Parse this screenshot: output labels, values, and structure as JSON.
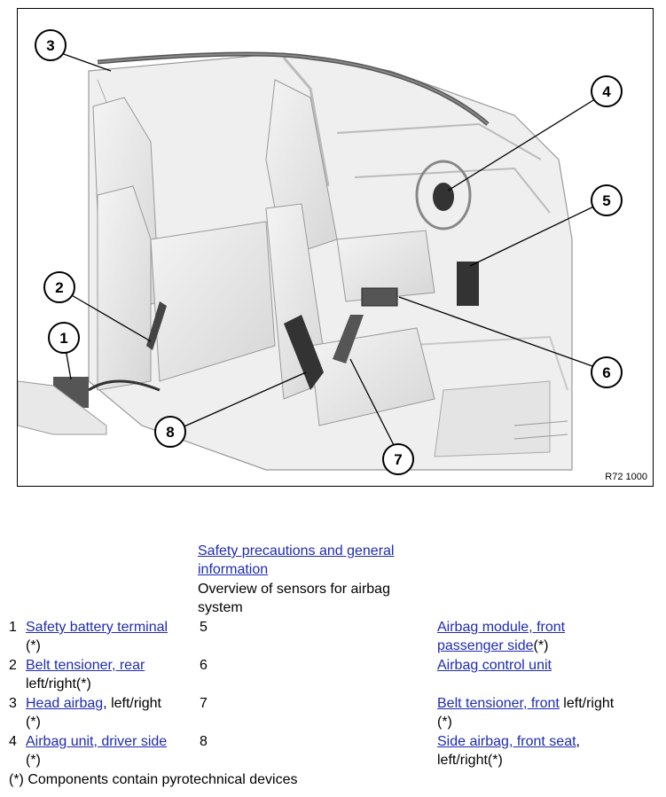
{
  "figure": {
    "reference": "R72 1000",
    "callouts": [
      "1",
      "2",
      "3",
      "4",
      "5",
      "6",
      "7",
      "8"
    ]
  },
  "header": {
    "link": "Safety precautions and general information",
    "link_line1": "Safety precautions and general",
    "link_line2": "information",
    "subtitle_line1": "Overview of sensors for airbag",
    "subtitle_line2": "system"
  },
  "items": [
    {
      "num": "1",
      "link": "Safety battery terminal",
      "suffix": "(*)"
    },
    {
      "num": "2",
      "link": "Belt tensioner, rear",
      "suffix": "left/right(*)"
    },
    {
      "num": "3",
      "link": "Head airbag",
      "suffix_inline": ", left/right",
      "suffix": "(*)"
    },
    {
      "num": "4",
      "link": "Airbag unit, driver side",
      "suffix": "(*)"
    },
    {
      "num": "5",
      "link_line1": "Airbag module, front",
      "link_line2": "passenger side",
      "suffix": "(*)"
    },
    {
      "num": "6",
      "link": "Airbag control unit"
    },
    {
      "num": "7",
      "link": "Belt tensioner, front",
      "suffix_inline": " left/right",
      "suffix": "(*)"
    },
    {
      "num": "8",
      "link": "Side airbag, front seat",
      "suffix_inline": ",",
      "suffix": "left/right(*)"
    }
  ],
  "footnote": "(*) Components contain pyrotechnical devices"
}
